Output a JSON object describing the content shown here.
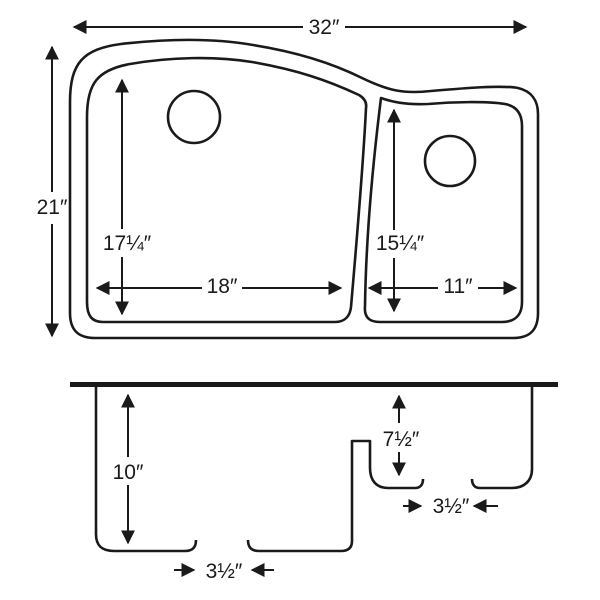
{
  "diagram": {
    "subject": "double-bowl kitchen sink dimension drawing",
    "colors": {
      "line": "#1a1a1a",
      "background": "#ffffff"
    },
    "top_view": {
      "overall_width": "32″",
      "overall_depth": "21″",
      "left_bowl_depth": "17¼″",
      "left_bowl_width": "18″",
      "right_bowl_depth": "15¼″",
      "right_bowl_width": "11″"
    },
    "side_view": {
      "left_bowl_depth": "10″",
      "right_bowl_depth": "7½″",
      "left_drain_width": "3½″",
      "right_drain_width": "3½″"
    },
    "dimensions_numeric": {
      "overall_width_in": 32,
      "overall_depth_in": 21,
      "left_bowl_width_in": 18,
      "left_bowl_depth_in": 17.25,
      "right_bowl_width_in": 11,
      "right_bowl_depth_in": 15.25,
      "left_bowl_height_in": 10,
      "right_bowl_height_in": 7.5,
      "drain_opening_in": 3.5
    }
  }
}
